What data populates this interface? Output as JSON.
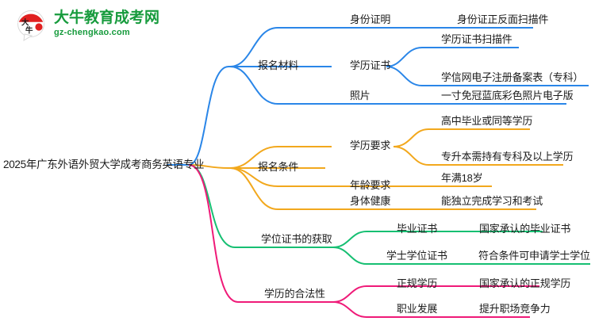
{
  "logo": {
    "mark_text": "大牛",
    "brand_cn": "大牛教育成考网",
    "brand_en": "gz-chengkao.com",
    "brand_color": "#179b3d",
    "mark_red": "#e02020"
  },
  "mindmap": {
    "root": {
      "label": "2025年广东外语外贸大学成考商务英语专业"
    },
    "colors": {
      "blue": "#2a86e8",
      "orange": "#f2a81d",
      "green": "#16bf72",
      "pink": "#ef1a78"
    },
    "branches": [
      {
        "label": "报名材料",
        "color": "#2a86e8",
        "children": [
          {
            "label": "身份证明",
            "items": [
              "身份证正反面扫描件"
            ]
          },
          {
            "label": "学历证书",
            "items": [
              "学历证书扫描件",
              "学信网电子注册备案表（专科）"
            ]
          },
          {
            "label": "照片",
            "items": [
              "一寸免冠蓝底彩色照片电子版"
            ]
          }
        ]
      },
      {
        "label": "报名条件",
        "color": "#f2a81d",
        "children": [
          {
            "label": "学历要求",
            "items": [
              "高中毕业或同等学历",
              "专升本需持有专科及以上学历"
            ]
          },
          {
            "label": "年龄要求",
            "items": [
              "年满18岁"
            ]
          },
          {
            "label": "身体健康",
            "items": [
              "能独立完成学习和考试"
            ]
          }
        ]
      },
      {
        "label": "学位证书的获取",
        "color": "#16bf72",
        "children": [
          {
            "label": "毕业证书",
            "items": [
              "国家承认的毕业证书"
            ]
          },
          {
            "label": "学士学位证书",
            "items": [
              "符合条件可申请学士学位"
            ]
          }
        ]
      },
      {
        "label": "学历的合法性",
        "color": "#ef1a78",
        "children": [
          {
            "label": "正规学历",
            "items": [
              "国家承认的正规学历"
            ]
          },
          {
            "label": "职业发展",
            "items": [
              "提升职场竞争力"
            ]
          }
        ]
      }
    ]
  }
}
